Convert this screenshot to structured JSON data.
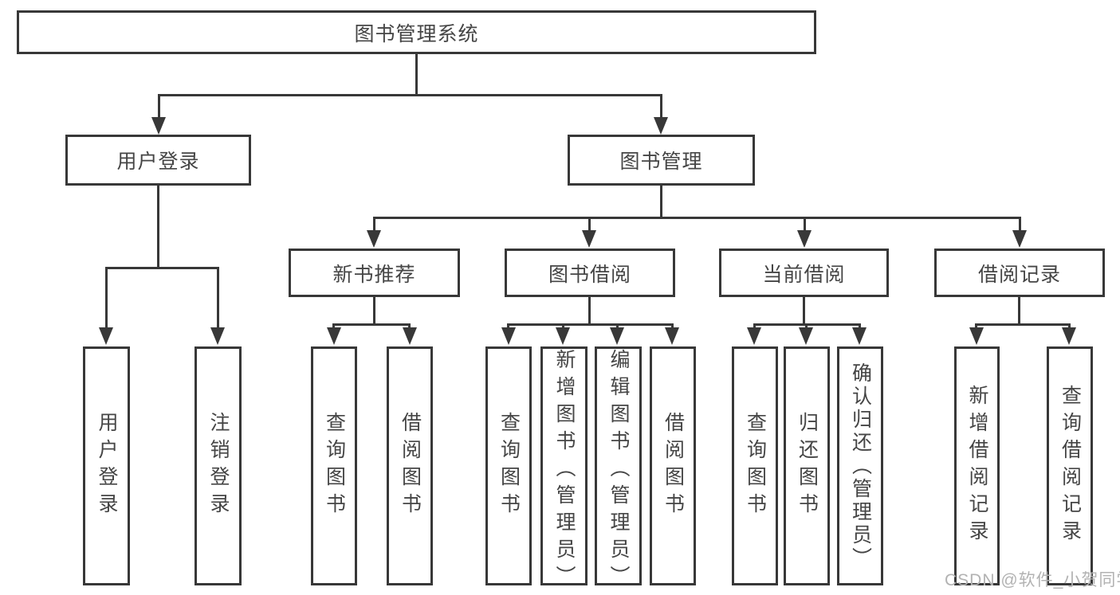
{
  "diagram": {
    "title": "图书管理系统",
    "root": {
      "label": "图书管理系统"
    },
    "level2": [
      {
        "label": "用户登录"
      },
      {
        "label": "图书管理"
      }
    ],
    "level3": [
      {
        "label": "新书推荐"
      },
      {
        "label": "图书借阅"
      },
      {
        "label": "当前借阅"
      },
      {
        "label": "借阅记录"
      }
    ],
    "leaves": [
      {
        "label": "用户登录",
        "parent": "用户登录"
      },
      {
        "label": "注销登录",
        "parent": "用户登录"
      },
      {
        "label": "查询图书",
        "parent": "新书推荐"
      },
      {
        "label": "借阅图书",
        "parent": "新书推荐"
      },
      {
        "label": "查询图书",
        "parent": "图书借阅"
      },
      {
        "label": "新增图书（管理员）",
        "parent": "图书借阅"
      },
      {
        "label": "编辑图书（管理员）",
        "parent": "图书借阅"
      },
      {
        "label": "借阅图书",
        "parent": "图书借阅"
      },
      {
        "label": "查询图书",
        "parent": "当前借阅"
      },
      {
        "label": "归还图书",
        "parent": "当前借阅"
      },
      {
        "label": "确认归还（管理员）",
        "parent": "当前借阅"
      },
      {
        "label": "新增借阅记录",
        "parent": "借阅记录"
      },
      {
        "label": "查询借阅记录",
        "parent": "借阅记录"
      }
    ]
  },
  "watermark": {
    "text": "CSDN @软件_小贺同学"
  },
  "colors": {
    "line": "#383838",
    "text": "#454545",
    "wm": "#b2b2b2",
    "bg": "#ffffff"
  }
}
